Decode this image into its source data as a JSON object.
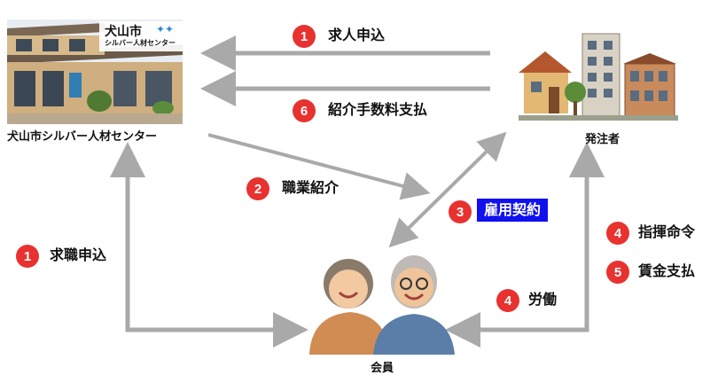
{
  "nodes": {
    "center": {
      "caption": "犬山市シルバー人材センター",
      "sign_line1": "犬山市",
      "sign_line2": "シルバー人材センター"
    },
    "client": {
      "caption": "発注者"
    },
    "member": {
      "caption": "会員"
    }
  },
  "steps": {
    "s1_request_job": {
      "num": "1",
      "label": "求人申込"
    },
    "s6_fee": {
      "num": "6",
      "label": "紹介手数料支払"
    },
    "s2_referral": {
      "num": "2",
      "label": "職業紹介"
    },
    "s3_contract": {
      "num": "3",
      "label": "雇用契約"
    },
    "s1_apply": {
      "num": "1",
      "label": "求職申込"
    },
    "s4_command": {
      "num": "4",
      "label": "指揮命令"
    },
    "s5_wages": {
      "num": "5",
      "label": "賃金支払"
    },
    "s4_labor": {
      "num": "4",
      "label": "労働"
    }
  },
  "colors": {
    "badge": "#e8322f",
    "arrow": "#a9a9a9",
    "contract_bg": "#1111ee"
  }
}
